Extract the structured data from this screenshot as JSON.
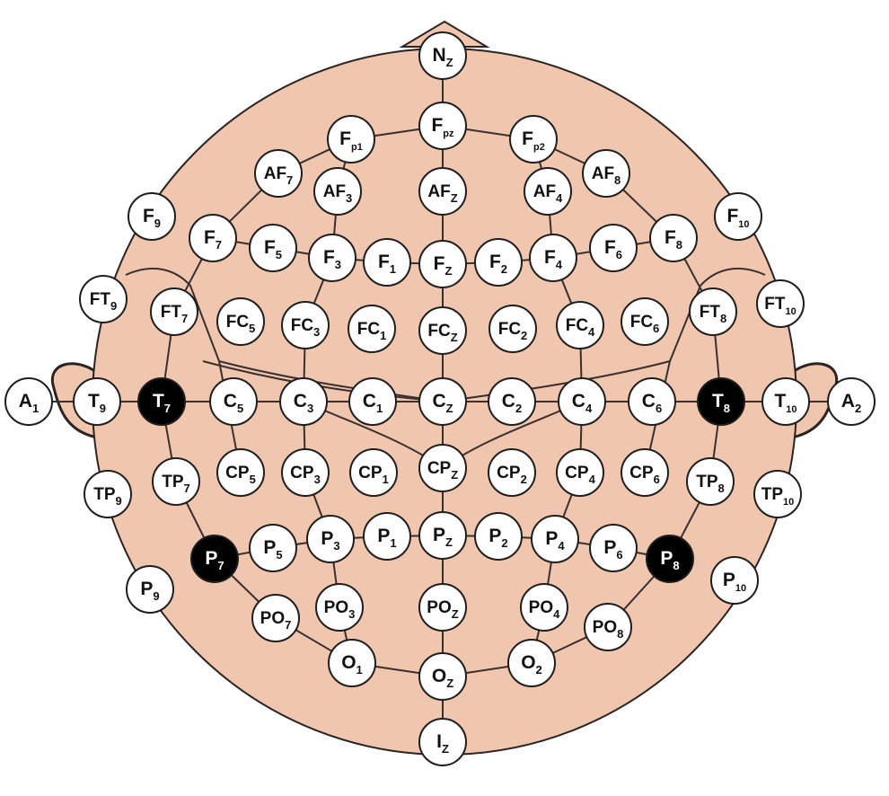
{
  "diagram": {
    "colors": {
      "head_fill": "#f1c6ae",
      "head_stroke": "#2b2424",
      "line": "#3a2f2f",
      "electrode_fill": "#ffffff",
      "electrode_stroke": "#1e1e1e",
      "highlight_fill": "#000000",
      "highlight_text": "#ffffff"
    },
    "electrodes": [
      {
        "id": "nz",
        "main": "N",
        "sub": "Z"
      },
      {
        "id": "fp1",
        "main": "F",
        "sub": "p1"
      },
      {
        "id": "fpz",
        "main": "F",
        "sub": "pz"
      },
      {
        "id": "fp2",
        "main": "F",
        "sub": "p2"
      },
      {
        "id": "af7",
        "main": "AF",
        "sub": "7"
      },
      {
        "id": "af3",
        "main": "AF",
        "sub": "3"
      },
      {
        "id": "afz",
        "main": "AF",
        "sub": "Z"
      },
      {
        "id": "af4",
        "main": "AF",
        "sub": "4"
      },
      {
        "id": "af8",
        "main": "AF",
        "sub": "8"
      },
      {
        "id": "f9",
        "main": "F",
        "sub": "9"
      },
      {
        "id": "f10",
        "main": "F",
        "sub": "10"
      },
      {
        "id": "f7",
        "main": "F",
        "sub": "7"
      },
      {
        "id": "f5",
        "main": "F",
        "sub": "5"
      },
      {
        "id": "f3",
        "main": "F",
        "sub": "3"
      },
      {
        "id": "f1",
        "main": "F",
        "sub": "1"
      },
      {
        "id": "fz",
        "main": "F",
        "sub": "Z"
      },
      {
        "id": "f2",
        "main": "F",
        "sub": "2"
      },
      {
        "id": "f4",
        "main": "F",
        "sub": "4"
      },
      {
        "id": "f6",
        "main": "F",
        "sub": "6"
      },
      {
        "id": "f8",
        "main": "F",
        "sub": "8"
      },
      {
        "id": "ft9",
        "main": "FT",
        "sub": "9"
      },
      {
        "id": "ft7",
        "main": "FT",
        "sub": "7"
      },
      {
        "id": "fc5",
        "main": "FC",
        "sub": "5"
      },
      {
        "id": "fc3",
        "main": "FC",
        "sub": "3"
      },
      {
        "id": "fc1",
        "main": "FC",
        "sub": "1"
      },
      {
        "id": "fcz",
        "main": "FC",
        "sub": "Z"
      },
      {
        "id": "fc2",
        "main": "FC",
        "sub": "2"
      },
      {
        "id": "fc4",
        "main": "FC",
        "sub": "4"
      },
      {
        "id": "fc6",
        "main": "FC",
        "sub": "6"
      },
      {
        "id": "ft8",
        "main": "FT",
        "sub": "8"
      },
      {
        "id": "ft10",
        "main": "FT",
        "sub": "10"
      },
      {
        "id": "a1",
        "main": "A",
        "sub": "1"
      },
      {
        "id": "t9",
        "main": "T",
        "sub": "9"
      },
      {
        "id": "t7",
        "main": "T",
        "sub": "7",
        "highlight": true
      },
      {
        "id": "c5",
        "main": "C",
        "sub": "5"
      },
      {
        "id": "c3",
        "main": "C",
        "sub": "3"
      },
      {
        "id": "c1",
        "main": "C",
        "sub": "1"
      },
      {
        "id": "cz",
        "main": "C",
        "sub": "Z"
      },
      {
        "id": "c2",
        "main": "C",
        "sub": "2"
      },
      {
        "id": "c4",
        "main": "C",
        "sub": "4"
      },
      {
        "id": "c6",
        "main": "C",
        "sub": "6"
      },
      {
        "id": "t8",
        "main": "T",
        "sub": "8",
        "highlight": true
      },
      {
        "id": "t10",
        "main": "T",
        "sub": "10"
      },
      {
        "id": "a2",
        "main": "A",
        "sub": "2"
      },
      {
        "id": "tp9",
        "main": "TP",
        "sub": "9"
      },
      {
        "id": "tp7",
        "main": "TP",
        "sub": "7"
      },
      {
        "id": "cp5",
        "main": "CP",
        "sub": "5"
      },
      {
        "id": "cp3",
        "main": "CP",
        "sub": "3"
      },
      {
        "id": "cp1",
        "main": "CP",
        "sub": "1"
      },
      {
        "id": "cpz",
        "main": "CP",
        "sub": "Z"
      },
      {
        "id": "cp2",
        "main": "CP",
        "sub": "2"
      },
      {
        "id": "cp4",
        "main": "CP",
        "sub": "4"
      },
      {
        "id": "cp6",
        "main": "CP",
        "sub": "6"
      },
      {
        "id": "tp8",
        "main": "TP",
        "sub": "8"
      },
      {
        "id": "tp10",
        "main": "TP",
        "sub": "10"
      },
      {
        "id": "p9",
        "main": "P",
        "sub": "9"
      },
      {
        "id": "p7",
        "main": "P",
        "sub": "7",
        "highlight": true
      },
      {
        "id": "p5",
        "main": "P",
        "sub": "5"
      },
      {
        "id": "p3",
        "main": "P",
        "sub": "3"
      },
      {
        "id": "p1",
        "main": "P",
        "sub": "1"
      },
      {
        "id": "pz",
        "main": "P",
        "sub": "Z"
      },
      {
        "id": "p2",
        "main": "P",
        "sub": "2"
      },
      {
        "id": "p4",
        "main": "P",
        "sub": "4"
      },
      {
        "id": "p6",
        "main": "P",
        "sub": "6"
      },
      {
        "id": "p8",
        "main": "P",
        "sub": "8",
        "highlight": true
      },
      {
        "id": "p10",
        "main": "P",
        "sub": "10"
      },
      {
        "id": "po7",
        "main": "PO",
        "sub": "7"
      },
      {
        "id": "po3",
        "main": "PO",
        "sub": "3"
      },
      {
        "id": "poz",
        "main": "PO",
        "sub": "Z"
      },
      {
        "id": "po4",
        "main": "PO",
        "sub": "4"
      },
      {
        "id": "po8",
        "main": "PO",
        "sub": "8"
      },
      {
        "id": "o1",
        "main": "O",
        "sub": "1"
      },
      {
        "id": "oz",
        "main": "O",
        "sub": "Z"
      },
      {
        "id": "o2",
        "main": "O",
        "sub": "2"
      },
      {
        "id": "iz",
        "main": "I",
        "sub": "Z"
      }
    ]
  }
}
